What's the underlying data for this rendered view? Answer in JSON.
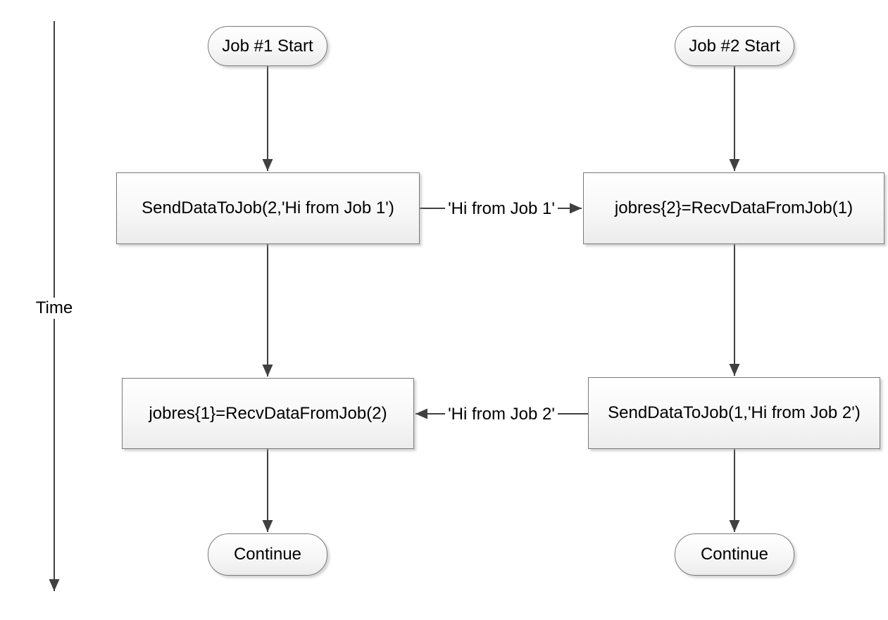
{
  "diagram": {
    "time_axis": {
      "label": "Time"
    },
    "lanes": [
      {
        "start_label": "Job #1 Start",
        "step1": "SendDataToJob(2,'Hi from Job 1')",
        "step2": "jobres{1}=RecvDataFromJob(2)",
        "end_label": "Continue"
      },
      {
        "start_label": "Job #2 Start",
        "step1": "jobres{2}=RecvDataFromJob(1)",
        "step2": "SendDataToJob(1,'Hi from Job 2')",
        "end_label": "Continue"
      }
    ],
    "messages": [
      {
        "label": "'Hi from Job 1'",
        "direction": "left-to-right"
      },
      {
        "label": "'Hi from Job 2'",
        "direction": "right-to-left"
      }
    ],
    "colors": {
      "line": "#404040",
      "node_border": "#7a7a7a",
      "node_fill_top": "#ffffff",
      "node_fill_bottom": "#ececec",
      "text": "#000000",
      "background": "#ffffff"
    }
  }
}
